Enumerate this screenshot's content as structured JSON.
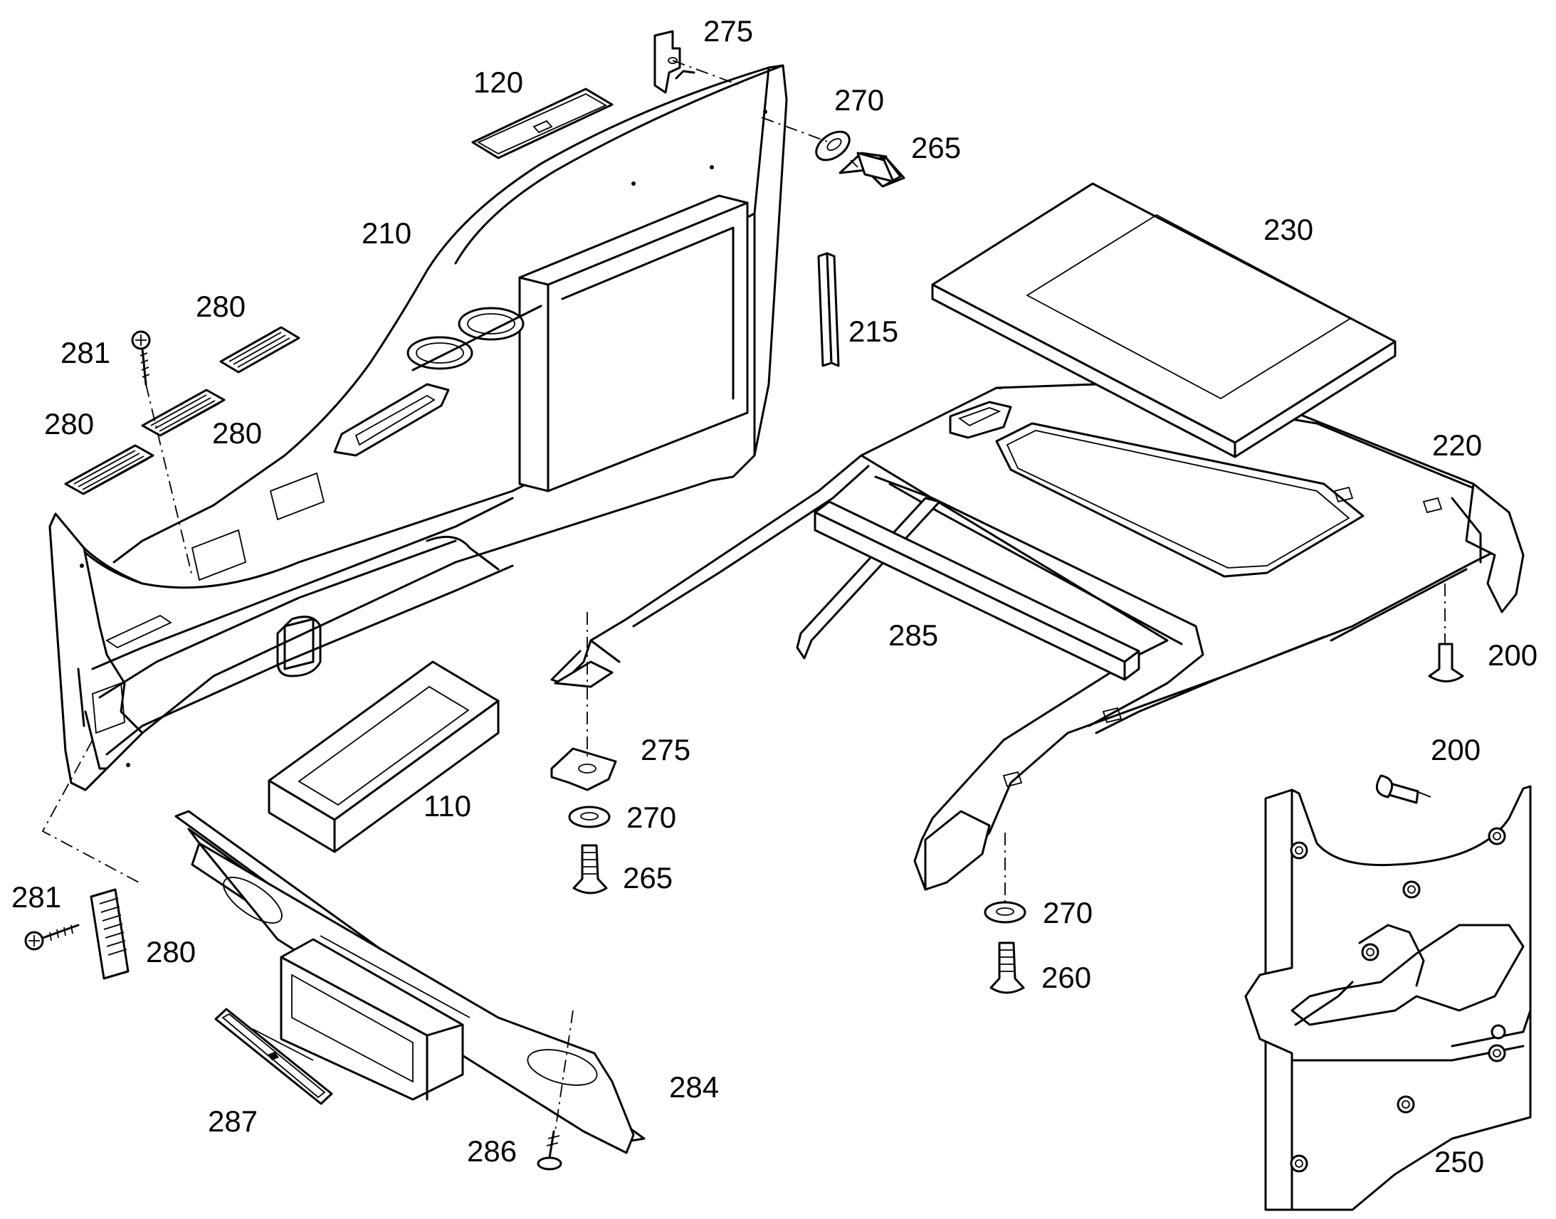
{
  "callouts": {
    "c275_top": "275",
    "c120": "120",
    "c270_top": "270",
    "c265_top": "265",
    "c210": "210",
    "c230": "230",
    "c280_a": "280",
    "c281_top": "281",
    "c215": "215",
    "c280_b": "280",
    "c280_c": "280",
    "c220": "220",
    "c285": "285",
    "c200_a": "200",
    "c275_mid": "275",
    "c200_b": "200",
    "c110": "110",
    "c270_mid": "270",
    "c265_mid": "265",
    "c270_right": "270",
    "c281_bot": "281",
    "c280_d": "280",
    "c260": "260",
    "c284": "284",
    "c287": "287",
    "c286": "286",
    "c250": "250"
  }
}
